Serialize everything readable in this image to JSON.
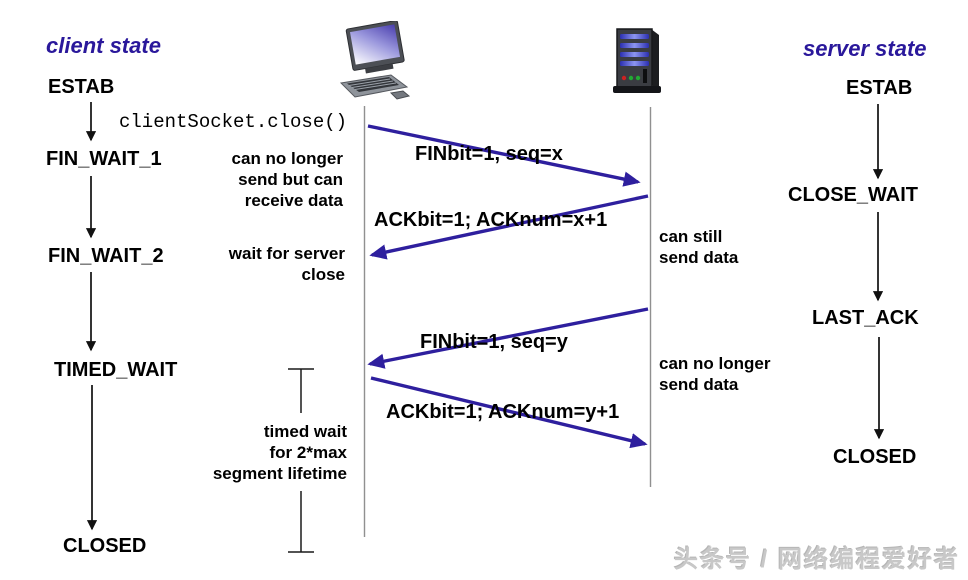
{
  "colors": {
    "heading": "#2a189b",
    "message_arrow": "#2e1f9e",
    "state_arrow": "#111111",
    "lifeline": "#909090",
    "text": "#000000",
    "watermark": "#c8c8c8"
  },
  "headings": {
    "client": "client state",
    "server": "server state"
  },
  "client": {
    "states": [
      "ESTAB",
      "FIN_WAIT_1",
      "FIN_WAIT_2",
      "TIMED_WAIT",
      "CLOSED"
    ],
    "socket_call": "clientSocket.close()",
    "notes": [
      "can no longer\nsend but can\nreceive data",
      "wait for server\nclose",
      "timed wait\nfor 2*max\nsegment lifetime"
    ]
  },
  "server": {
    "states": [
      "ESTAB",
      "CLOSE_WAIT",
      "LAST_ACK",
      "CLOSED"
    ],
    "notes": [
      "can still\nsend data",
      "can no longer\nsend data"
    ]
  },
  "messages": [
    {
      "label": "FINbit=1, seq=x",
      "from": "client",
      "to": "server"
    },
    {
      "label": "ACKbit=1; ACKnum=x+1",
      "from": "server",
      "to": "client"
    },
    {
      "label": "FINbit=1, seq=y",
      "from": "server",
      "to": "client"
    },
    {
      "label": "ACKbit=1; ACKnum=y+1",
      "from": "client",
      "to": "server"
    }
  ],
  "watermark": "头条号 / 网络编程爱好者"
}
